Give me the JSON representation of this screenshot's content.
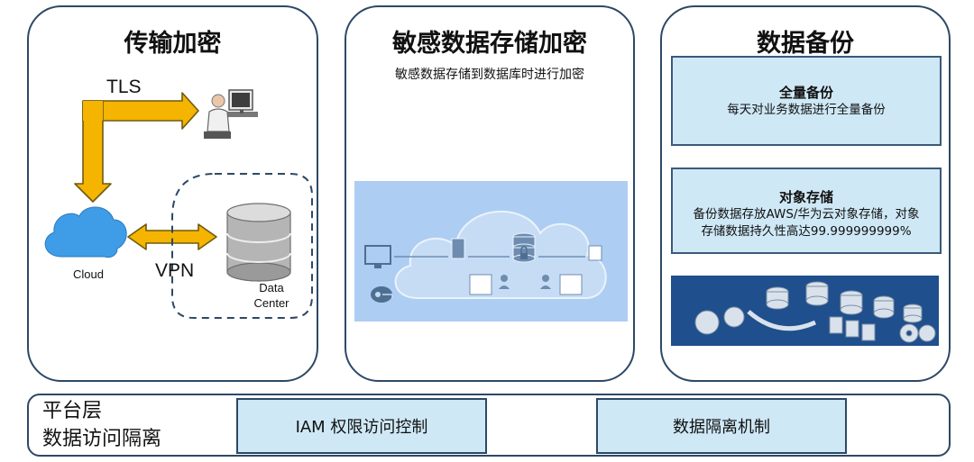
{
  "transport": {
    "title": "传输加密",
    "tls_label": "TLS",
    "vpn_label": "VPN",
    "cloud_label": "Cloud",
    "dc_label_line1": "Data",
    "dc_label_line2": "Center"
  },
  "storage": {
    "title": "敏感数据存储加密",
    "subtitle": "敏感数据存储到数据库时进行加密"
  },
  "backup": {
    "title": "数据备份",
    "full_backup": {
      "title": "全量备份",
      "desc": "每天对业务数据进行全量备份"
    },
    "object_storage": {
      "title": "对象存储",
      "desc_line1": "备份数据存放AWS/华为云对象存储，对象",
      "desc_line2": "存储数据持久性高达99.999999999%"
    }
  },
  "platform": {
    "label_line1": "平台层",
    "label_line2": "数据访问隔离",
    "iam": "IAM 权限访问控制",
    "isolation": "数据隔离机制"
  },
  "colors": {
    "border": "#2d4866",
    "arrow": "#f4b400",
    "box_fill": "#cfe8f6",
    "diagram_bg": "#aecdf3",
    "banner_bg": "#1f4f8c"
  }
}
